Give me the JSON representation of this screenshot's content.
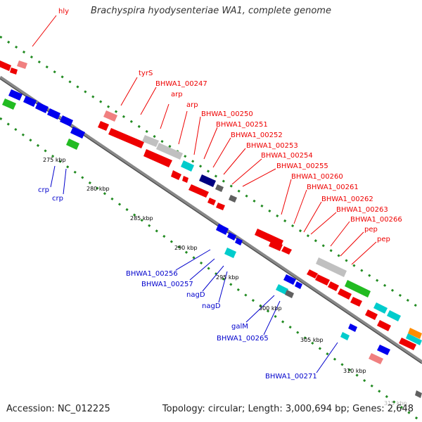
{
  "title": "Brachyspira hyodysenteriae WA1, complete genome",
  "footer": {
    "accession": "Accession: NC_012225",
    "summary": "Topology: circular; Length: 3,000,694 bp; Genes: 2,648"
  },
  "colors": {
    "forward_label": "#ee0000",
    "reverse_label": "#0000cc",
    "backbone": "#888888",
    "tick": "#228B22"
  },
  "ticks": [
    "275 kbp",
    "280 kbp",
    "285 kbp",
    "290 kbp",
    "295 kbp",
    "300 kbp",
    "305 kbp",
    "310 kbp",
    "315 kbp"
  ],
  "forward_labels": [
    "hly",
    "tyrS",
    "BHWA1_00247",
    "arp",
    "arp",
    "BHWA1_00250",
    "BHWA1_00251",
    "BHWA1_00252",
    "BHWA1_00253",
    "BHWA1_00254",
    "BHWA1_00255",
    "BHWA1_00260",
    "BHWA1_00261",
    "BHWA1_00262",
    "BHWA1_00263",
    "BHWA1_00266",
    "pep",
    "pep"
  ],
  "reverse_labels": [
    "crp",
    "crp",
    "BHWA1_00256",
    "BHWA1_00257",
    "nagD",
    "nagD",
    "galM",
    "BHWA1_00265",
    "BHWA1_00271"
  ]
}
